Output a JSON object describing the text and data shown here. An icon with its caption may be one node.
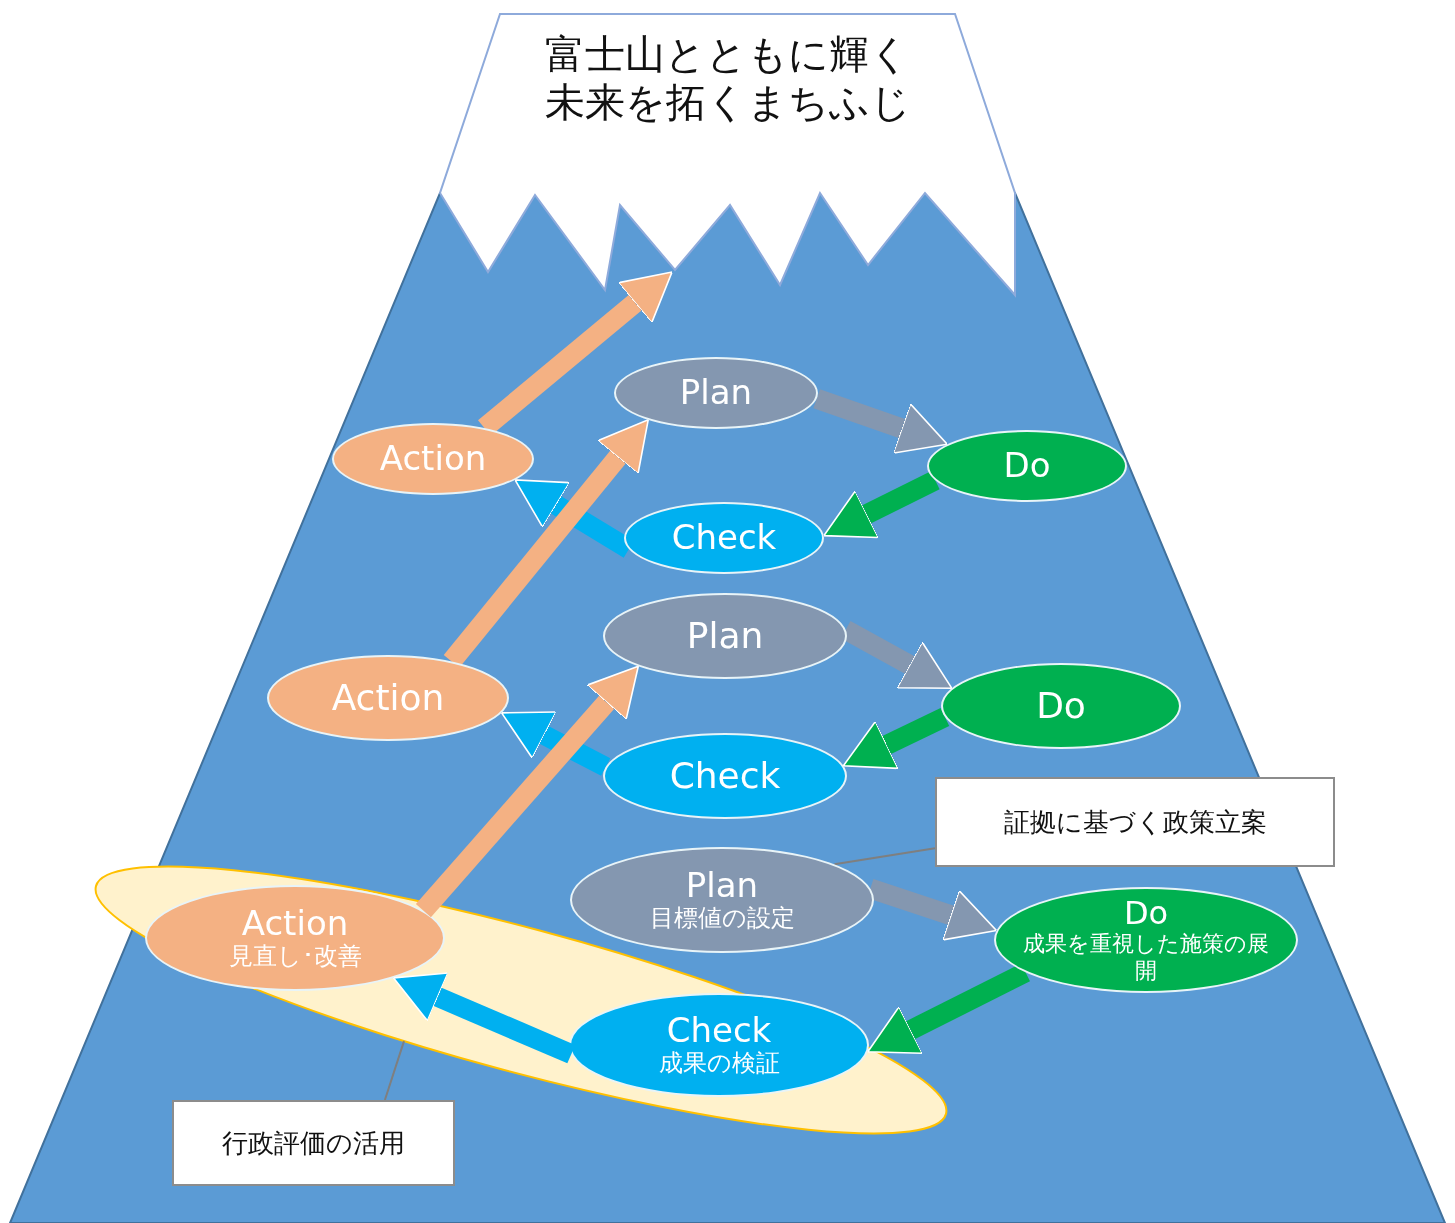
{
  "diagram": {
    "nodes": [
      {
        "text": [
          "富士山とともに輝く未来を拓くまちふじ"
        ]
      },
      {
        "text": [
          "Plan"
        ]
      },
      {
        "text": [
          "Do"
        ]
      },
      {
        "text": [
          "Check"
        ]
      },
      {
        "text": [
          "Action"
        ]
      },
      {
        "text": [
          "Plan"
        ]
      },
      {
        "text": [
          "Do"
        ]
      },
      {
        "text": [
          "Check"
        ]
      },
      {
        "text": [
          "Action"
        ]
      },
      {
        "text": [
          "Plan",
          "目標値の設定"
        ]
      },
      {
        "text": [
          "Do",
          "成果を重視した施策の展開"
        ]
      },
      {
        "text": [],
        "shape": "ellipse"
      },
      {
        "text": [
          "Check",
          "成果の検証"
        ],
        "in": 11
      },
      {
        "text": [
          "Action",
          "見直し･改善"
        ],
        "in": 11
      },
      {
        "text": [
          "証拠に基づく政策立案"
        ]
      },
      {
        "text": [
          "行政評価の活用"
        ]
      }
    ],
    "edges": [
      {
        "from": 1,
        "to": 2,
        "arrow": "to",
        "color": "#8497b0"
      },
      {
        "from": 2,
        "to": 3,
        "arrow": "to",
        "color": "#00b050"
      },
      {
        "from": 3,
        "to": 4,
        "arrow": "to",
        "color": "#00b0f0"
      },
      {
        "from": 4,
        "to": 0,
        "arrow": "to",
        "color": "#f4b183"
      },
      {
        "from": 5,
        "to": 6,
        "arrow": "to",
        "color": "#8497b0"
      },
      {
        "from": 6,
        "to": 7,
        "arrow": "to",
        "color": "#00b050"
      },
      {
        "from": 7,
        "to": 8,
        "arrow": "to",
        "color": "#00b0f0"
      },
      {
        "from": 8,
        "to": 1,
        "arrow": "to",
        "color": "#f4b183"
      },
      {
        "from": 9,
        "to": 10,
        "arrow": "to",
        "color": "#8497b0"
      },
      {
        "from": 10,
        "to": 12,
        "arrow": "to",
        "color": "#00b050"
      },
      {
        "from": 12,
        "to": 13,
        "arrow": "to",
        "color": "#00b0f0"
      },
      {
        "from": 13,
        "to": 5,
        "arrow": "to",
        "color": "#f4b183"
      },
      {
        "from": 14,
        "to": 9,
        "arrow": "none"
      },
      {
        "from": 15,
        "to": 11,
        "arrow": "none"
      }
    ]
  }
}
